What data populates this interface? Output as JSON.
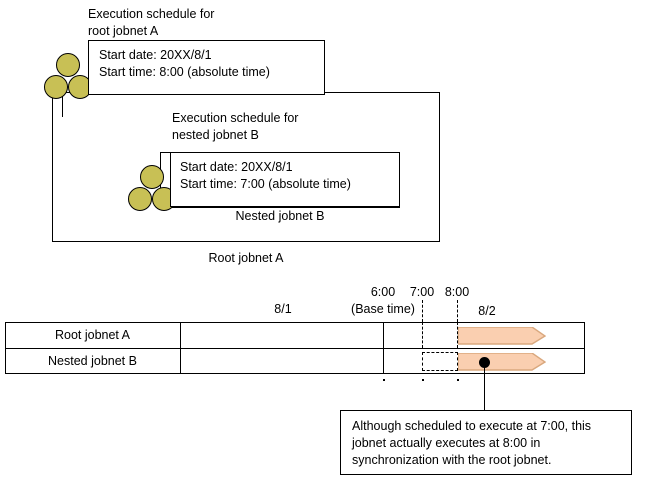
{
  "diagram": {
    "title_root_schedule": "Execution schedule for\nroot jobnet A",
    "root_schedule_caption_line1": "Execution schedule for",
    "root_schedule_caption_line2": "root jobnet A",
    "root_schedule_box": {
      "line1": "Start date: 20XX/8/1",
      "line2": "Start time: 8:00 (absolute time)"
    },
    "nested_schedule_caption_line1": "Execution schedule for",
    "nested_schedule_caption_line2": "nested jobnet B",
    "nested_schedule_box": {
      "line1": "Start date: 20XX/8/1",
      "line2": "Start time: 7:00 (absolute time)"
    },
    "nested_jobnet_label": "Nested jobnet B",
    "root_jobnet_label": "Root jobnet A",
    "jobnet_icon_name": "jobnet-icon"
  },
  "timeline": {
    "date_labels": [
      {
        "text": "8/1"
      },
      {
        "text": "8/2"
      }
    ],
    "time_labels": [
      {
        "text": "6:00"
      },
      {
        "text": "7:00"
      },
      {
        "text": "8:00"
      }
    ],
    "base_time_label": "(Base time)",
    "rows": [
      {
        "label": "Root jobnet A"
      },
      {
        "label": "Nested jobnet B"
      }
    ],
    "colors": {
      "bar_fill": "#facfb0",
      "bar_stroke": "#d9a87e",
      "jobnet_circle": "#c8c055"
    }
  },
  "callout": {
    "line1": "Although scheduled to execute at 7:00, this",
    "line2": "jobnet actually executes at 8:00 in",
    "line3": "synchronization with the root jobnet."
  }
}
